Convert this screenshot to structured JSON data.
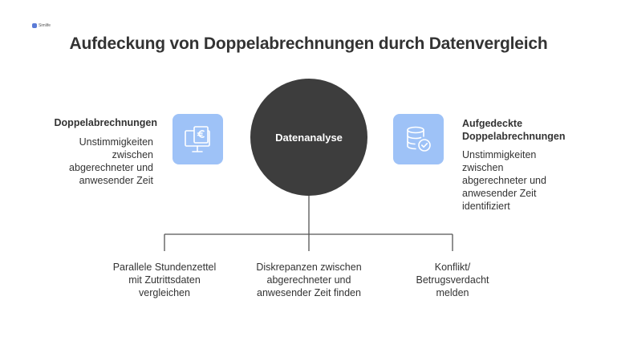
{
  "logo": {
    "text": "Simlife"
  },
  "title": "Aufdeckung von Doppelabrechnungen durch Datenvergleich",
  "center": {
    "label": "Datenanalyse"
  },
  "left": {
    "heading": "Doppelabrechnungen",
    "description": "Unstimmigkeiten zwischen abgerechneter und anwesender Zeit",
    "icon": "monitor-euro-icon"
  },
  "right": {
    "heading": "Aufgedeckte Doppelabrechnungen",
    "description": "Unstimmigkeiten zwischen abgerechneter und anwesender Zeit identifiziert",
    "icon": "database-check-icon"
  },
  "branches": [
    {
      "label": "Parallele Stundenzettel mit Zutrittsdaten vergleichen"
    },
    {
      "label": "Diskrepanzen zwischen abgerechneter und anwesender Zeit finden"
    },
    {
      "label": "Konflikt/ Betrugsverdacht melden"
    }
  ],
  "colors": {
    "circle": "#3d3d3d",
    "icon_bg": "#9ec2f7",
    "line": "#555555",
    "text": "#333333"
  }
}
